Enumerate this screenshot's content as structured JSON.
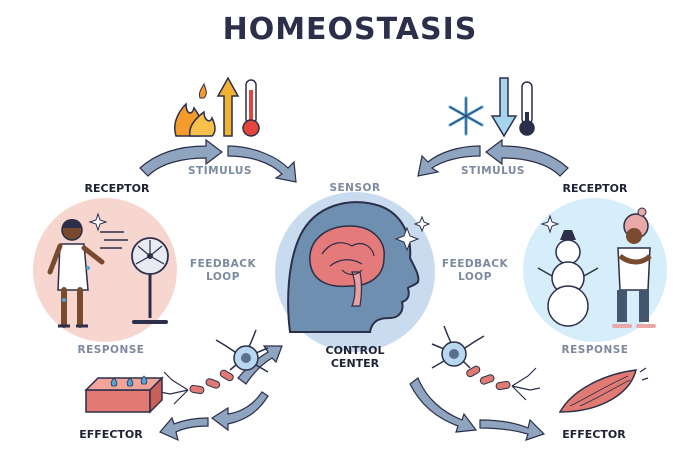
{
  "title": "HOMEOSTASIS",
  "left": {
    "receptor": "RECEPTOR",
    "stimulus": "STIMULUS",
    "feedback_loop": [
      "FEEDBACK",
      "LOOP"
    ],
    "response": "RESPONSE",
    "effector": "EFFECTOR"
  },
  "center": {
    "sensor": "SENSOR",
    "control_center": [
      "CONTROL",
      "CENTER"
    ]
  },
  "right": {
    "receptor": "RECEPTOR",
    "stimulus": "STIMULUS",
    "feedback_loop": [
      "FEEDBACK",
      "LOOP"
    ],
    "response": "RESPONSE",
    "effector": "EFFECTOR"
  },
  "colors": {
    "warm_circle": "#f8d6d0",
    "cold_circle": "#d6eefa",
    "brain_circle": "#c9dcef",
    "arrow": "#8fa4bf",
    "fire": "#f59a2c",
    "up_arrow": "#f2b233",
    "down_arrow": "#a6d6ee",
    "thermo_red": "#e2463a"
  }
}
